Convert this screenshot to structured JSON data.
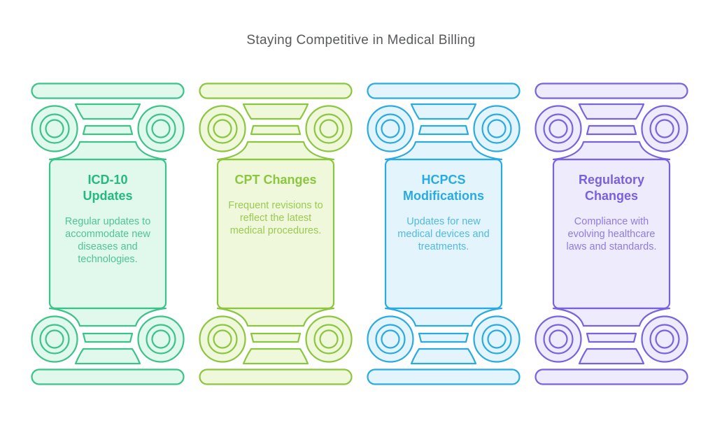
{
  "title": "Staying Competitive in Medical Billing",
  "title_color": "#58595b",
  "background_color": "#ffffff",
  "pillars": [
    {
      "id": "icd-10-updates",
      "heading": "ICD-10\nUpdates",
      "description": "Regular updates to\naccommodate new\ndiseases and\ntechnologies.",
      "colors": {
        "stroke": "#3bc389",
        "fill": "#e1f8ec",
        "heading": "#26b97f",
        "text": "#4ec596"
      }
    },
    {
      "id": "cpt-changes",
      "heading": "CPT Changes",
      "description": "Frequent revisions to\nreflect the latest\nmedical procedures.",
      "colors": {
        "stroke": "#8cc63f",
        "fill": "#eff8da",
        "heading": "#8cc63f",
        "text": "#9bca53"
      }
    },
    {
      "id": "hcpcs-modifications",
      "heading": "HCPCS\nModifications",
      "description": "Updates for new\nmedical devices and\ntreatments.",
      "colors": {
        "stroke": "#29abe2",
        "fill": "#e4f4fc",
        "heading": "#29abe2",
        "text": "#4fbae5"
      }
    },
    {
      "id": "regulatory-changes",
      "heading": "Regulatory\nChanges",
      "description": "Compliance with\nevolving healthcare\nlaws and standards.",
      "colors": {
        "stroke": "#7a62de",
        "fill": "#eeebfc",
        "heading": "#7a5fe0",
        "text": "#917ae6"
      }
    }
  ]
}
